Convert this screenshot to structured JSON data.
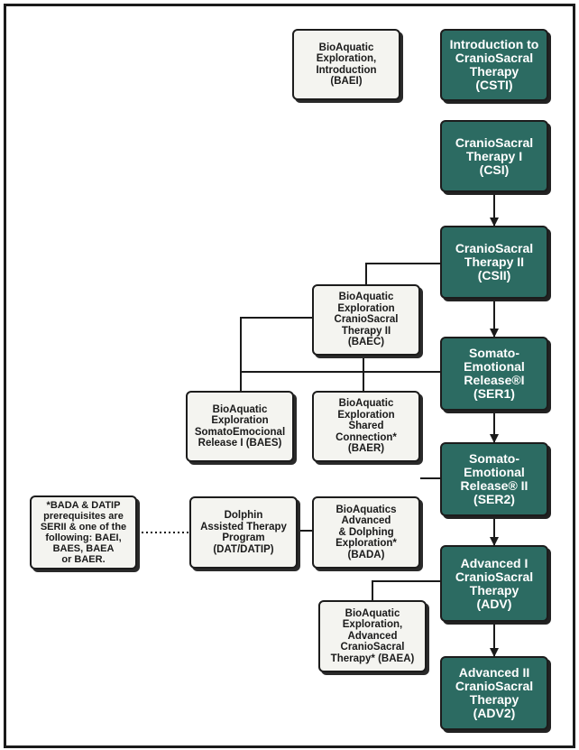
{
  "main_boxes": [
    {
      "key": "csti",
      "text": "Introduction to\nCranioSacral\nTherapy\n(CSTI)"
    },
    {
      "key": "csi",
      "text": "CranioSacral\nTherapy I\n(CSI)"
    },
    {
      "key": "csii",
      "text": "CranioSacral\nTherapy II\n(CSII)"
    },
    {
      "key": "ser1",
      "text": "Somato-\nEmotional\nRelease®I\n(SER1)"
    },
    {
      "key": "ser2",
      "text": "Somato-\nEmotional\nRelease® II\n(SER2)"
    },
    {
      "key": "adv",
      "text": "Advanced I\nCranioSacral\nTherapy\n(ADV)"
    },
    {
      "key": "adv2",
      "text": "Advanced II\nCranioSacral\nTherapy\n(ADV2)"
    }
  ],
  "side_boxes": [
    {
      "key": "baei",
      "text": "BioAquatic\nExploration,\nIntroduction\n(BAEI)"
    },
    {
      "key": "baec",
      "text": "BioAquatic\nExploration\nCranioSacral\nTherapy II\n(BAEC)"
    },
    {
      "key": "baes",
      "text": "BioAquatic\nExploration\nSomatoEmocional\nRelease I (BAES)"
    },
    {
      "key": "baer",
      "text": "BioAquatic\nExploration\nShared\nConnection*\n(BAER)"
    },
    {
      "key": "bada",
      "text": "BioAquatics\nAdvanced\n& Dolphing\nExploration*\n(BADA)"
    },
    {
      "key": "dat",
      "text": "Dolphin\nAssisted Therapy\nProgram\n(DAT/DATIP)"
    },
    {
      "key": "baea",
      "text": "BioAquatic\nExploration,\nAdvanced\nCranioSacral\nTherapy* (BAEA)"
    }
  ],
  "note": {
    "text": "*BADA & DATIP\nprerequisites are\nSERII & one of the\nfollowing: BAEI,\nBAES, BAEA\nor BAER."
  },
  "colors": {
    "main_fill": "#2c6b62",
    "side_fill": "#f4f4f0",
    "stroke": "#1c1c1c"
  }
}
